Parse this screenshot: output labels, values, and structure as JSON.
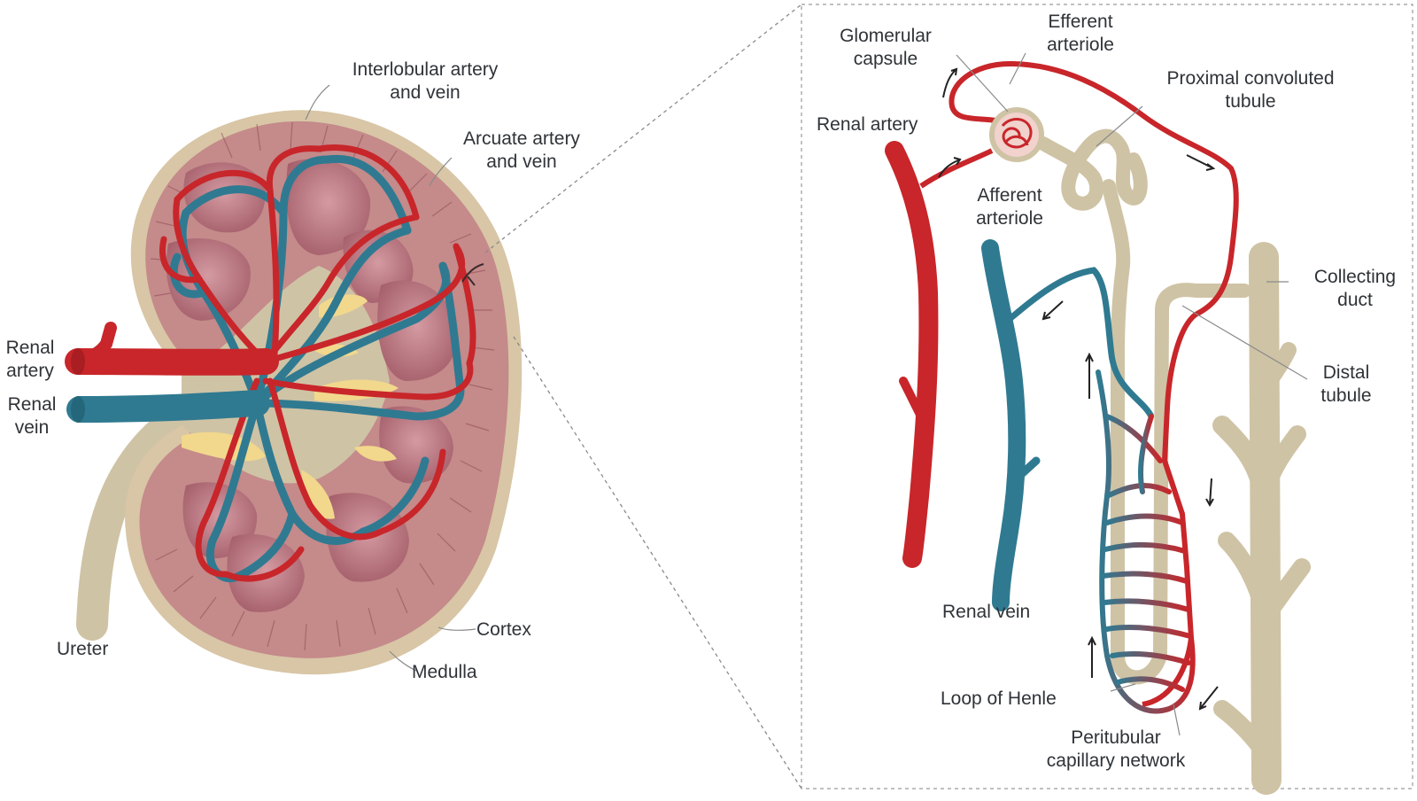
{
  "colors": {
    "artery": "#c8262a",
    "vein": "#2f7a91",
    "cortex": "#c58a8a",
    "pyramid": "#b5707c",
    "tubule": "#cfc3a5",
    "fat": "#f2d88c",
    "outline": "#b9ad8e",
    "label_text": "#2f3338",
    "leader_line": "#8a8a8a"
  },
  "kidney": {
    "interlobular": [
      "Interlobular artery",
      "and vein"
    ],
    "arcuate": [
      "Arcuate artery",
      "and vein"
    ],
    "renal_artery": [
      "Renal",
      "artery"
    ],
    "renal_vein": [
      "Renal",
      "vein"
    ],
    "ureter": "Ureter",
    "cortex": "Cortex",
    "medulla": "Medulla"
  },
  "nephron": {
    "glomerular_capsule": [
      "Glomerular",
      "capsule"
    ],
    "efferent_arteriole": [
      "Efferent",
      "arteriole"
    ],
    "proximal_tubule": [
      "Proximal convoluted",
      "tubule"
    ],
    "renal_artery": "Renal artery",
    "afferent_arteriole": [
      "Afferent",
      "arteriole"
    ],
    "collecting_duct": [
      "Collecting",
      "duct"
    ],
    "distal_tubule": [
      "Distal",
      "tubule"
    ],
    "renal_vein": "Renal vein",
    "loop_of_henle": "Loop of Henle",
    "peritubular": [
      "Peritubular",
      "capillary network"
    ]
  },
  "icons": [
    "flow-arrow-icon",
    "glomerulus-icon"
  ]
}
